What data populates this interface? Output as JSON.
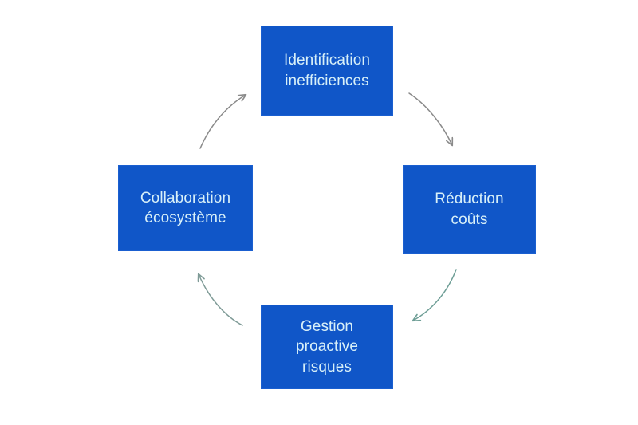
{
  "diagram": {
    "type": "cycle",
    "background_color": "#ffffff",
    "node_fill_color": "#1056c8",
    "node_text_color": "#d8f0f8",
    "shadow_color": "#000000",
    "nodes": [
      {
        "id": "identification-inefficiences",
        "position": "top",
        "label": "Identification\ninefficiences",
        "line1": "Identification",
        "line2": "inefficiences"
      },
      {
        "id": "reduction-couts",
        "position": "right",
        "label": "Réduction\ncoûts",
        "line1": "Réduction",
        "line2": "coûts"
      },
      {
        "id": "gestion-proactive-risques",
        "position": "bottom",
        "label": "Gestion\nproactive\nrisques",
        "line1": "Gestion",
        "line2": "proactive",
        "line3": "risques"
      },
      {
        "id": "collaboration-ecosysteme",
        "position": "left",
        "label": "Collaboration\nécosystème",
        "line1": "Collaboration",
        "line2": "écosystème"
      }
    ],
    "connectors": [
      {
        "id": "top-to-right",
        "from": "identification-inefficiences",
        "to": "reduction-couts",
        "direction": "clockwise",
        "color": "#8a8a8a"
      },
      {
        "id": "right-to-bottom",
        "from": "reduction-couts",
        "to": "gestion-proactive-risques",
        "direction": "clockwise",
        "color": "#6e9e96"
      },
      {
        "id": "bottom-to-left",
        "from": "gestion-proactive-risques",
        "to": "collaboration-ecosysteme",
        "direction": "clockwise",
        "color": "#7f9b97"
      },
      {
        "id": "left-to-top",
        "from": "collaboration-ecosysteme",
        "to": "identification-inefficiences",
        "direction": "clockwise",
        "color": "#8a8a8a"
      }
    ]
  }
}
